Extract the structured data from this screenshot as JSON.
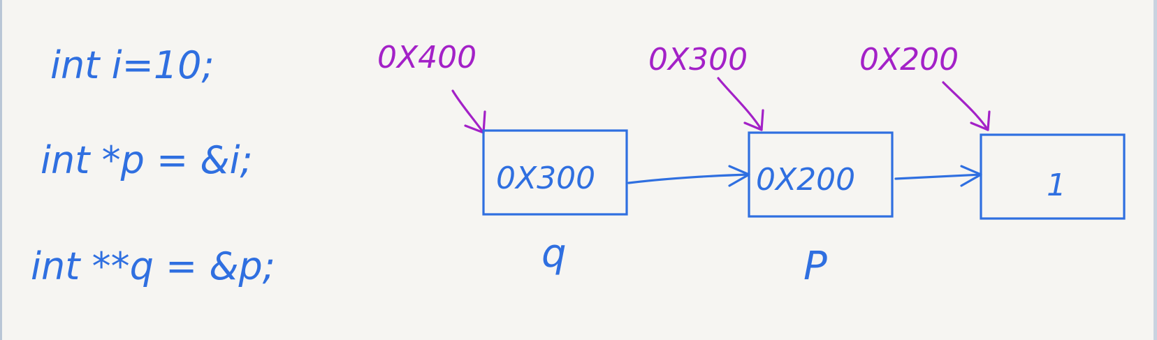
{
  "code_lines": [
    "int i=10;",
    "int *p = &i;",
    "int **q = &p;"
  ],
  "nodes": [
    {
      "id": "q",
      "address": "0X400",
      "value": "0X300",
      "name": "q"
    },
    {
      "id": "p",
      "address": "0X300",
      "value": "0X200",
      "name": "P"
    },
    {
      "id": "i",
      "address": "0X200",
      "value": "1",
      "name": ""
    }
  ],
  "colors": {
    "ink": "#2f6fe0",
    "address_ink": "#a321c7",
    "paper": "#f6f5f2"
  }
}
